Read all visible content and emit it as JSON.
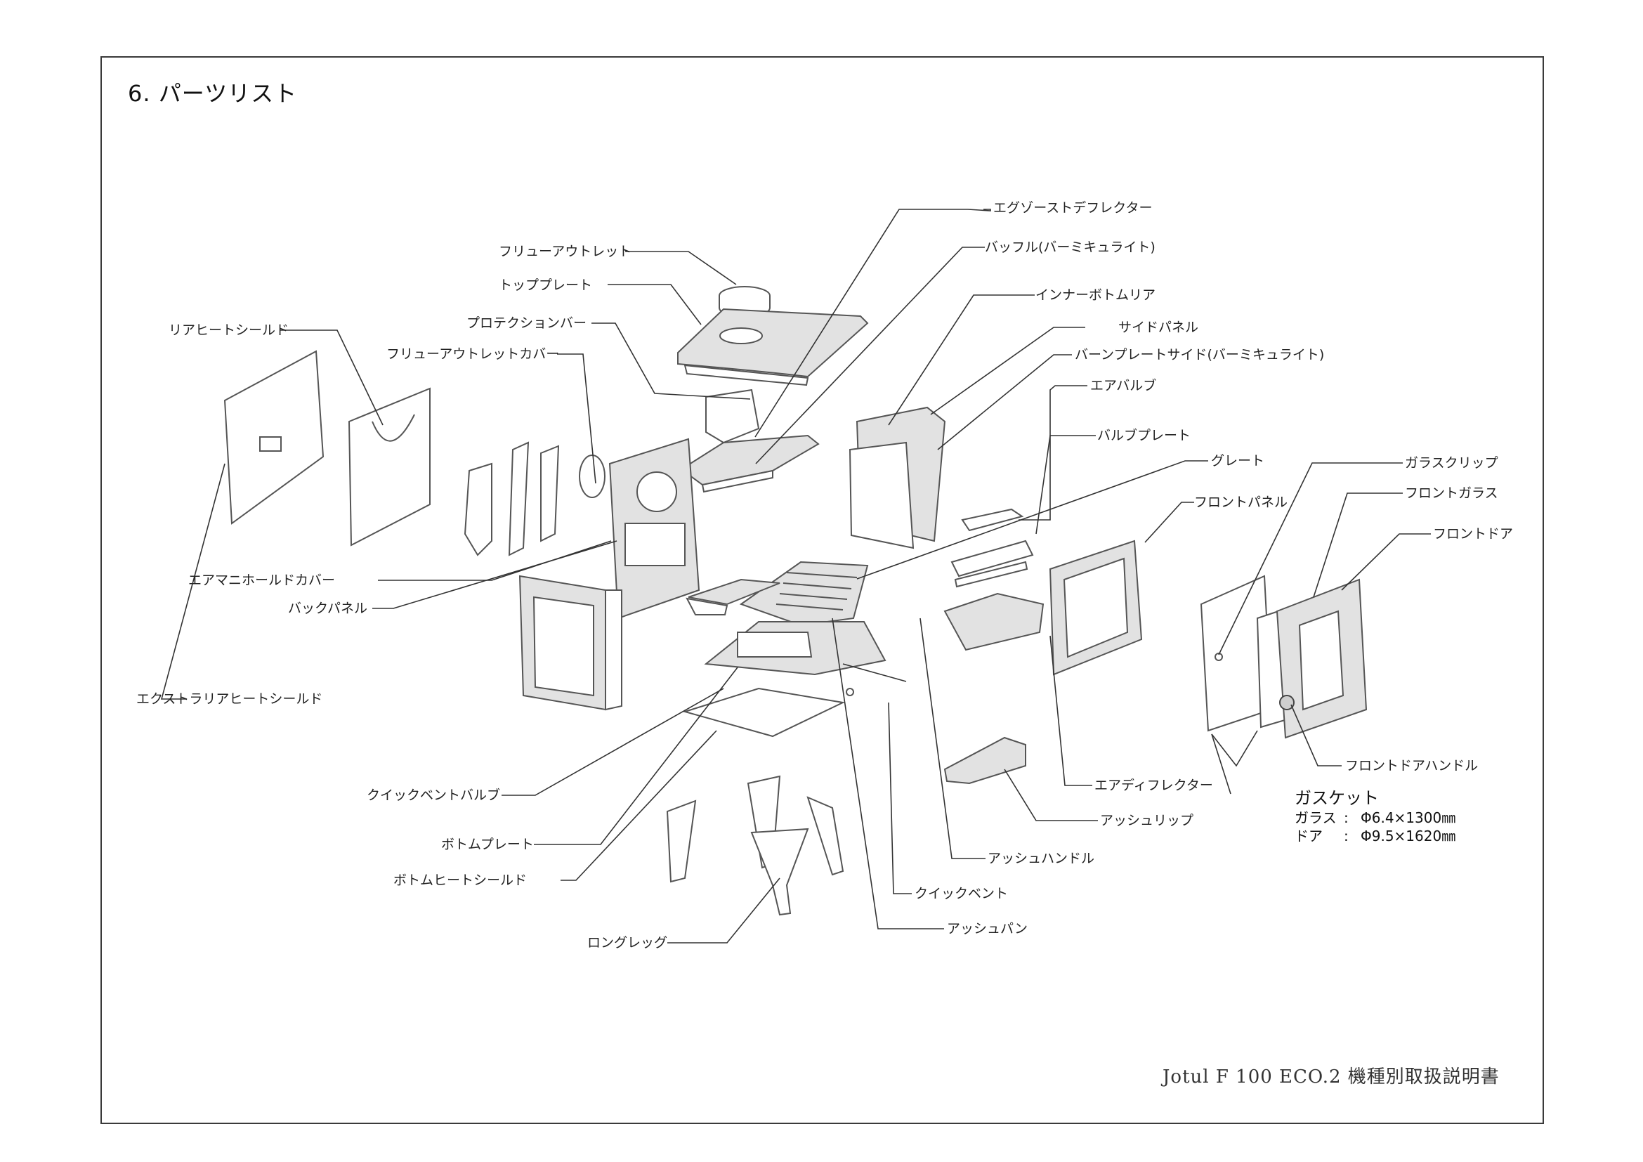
{
  "section_title": "6. パーツリスト",
  "footer": "Jotul F 100 ECO.2 機種別取扱説明書",
  "labels": {
    "exhaust_deflector": "エグゾーストデフレクター",
    "baffle": "バッフル(バーミキュライト)",
    "flue_outlet": "フリューアウトレット",
    "inner_bottom_rear": "インナーボトムリア",
    "top_plate": "トッププレート",
    "side_panel": "サイドパネル",
    "rear_heat_shield": "リアヒートシールド",
    "protection_bar": "プロテクションバー",
    "burn_plate_side": "バーンプレートサイド(バーミキュライト)",
    "flue_outlet_cover": "フリューアウトレットカバー",
    "air_valve": "エアバルブ",
    "valve_plate": "バルブプレート",
    "grate": "グレート",
    "glass_clip": "ガラスクリップ",
    "front_glass": "フロントガラス",
    "front_panel": "フロントパネル",
    "front_door": "フロントドア",
    "air_manifold_cover": "エアマニホールドカバー",
    "back_panel": "バックパネル",
    "extra_rear_heat_shield": "エクストラリアヒートシールド",
    "front_door_handle": "フロントドアハンドル",
    "quick_vent_valve": "クイックベントバルブ",
    "air_deflector": "エアディフレクター",
    "ash_lip": "アッシュリップ",
    "bottom_plate": "ボトムプレート",
    "ash_handle": "アッシュハンドル",
    "bottom_heat_shield": "ボトムヒートシールド",
    "quick_vent": "クイックベント",
    "ash_pan": "アッシュパン",
    "long_leg": "ロングレッグ"
  },
  "gasket": {
    "title": "ガスケット",
    "glass_label": "ガラス",
    "glass_value": "Φ6.4×1300㎜",
    "door_label": "ドア",
    "door_value": "Φ9.5×1620㎜",
    "separator": ":"
  }
}
